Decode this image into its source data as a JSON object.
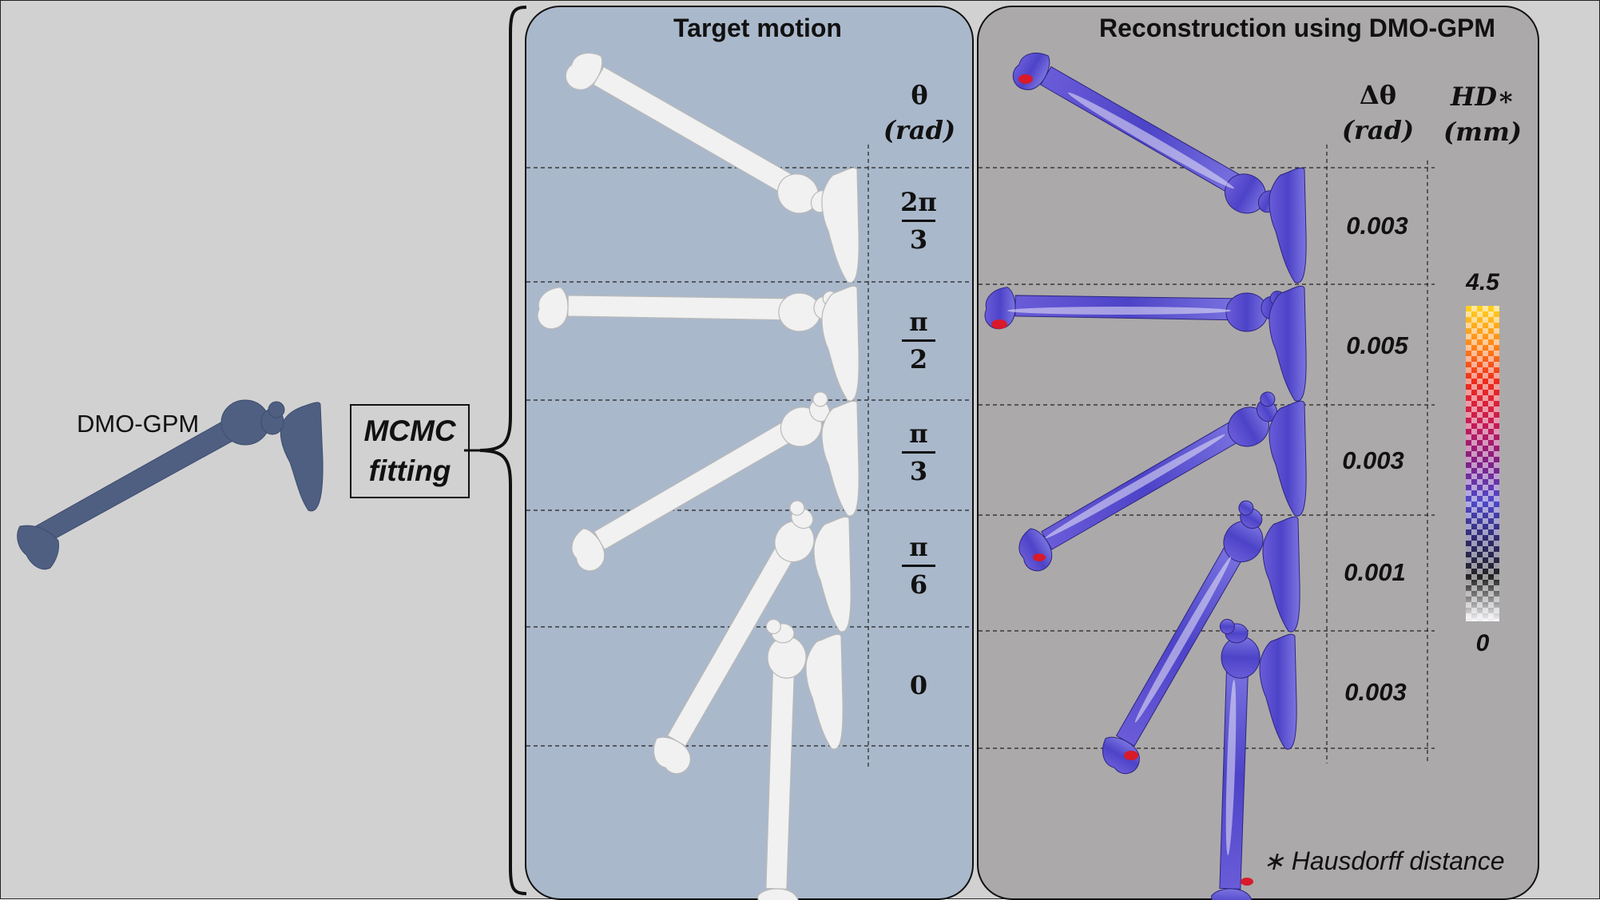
{
  "input": {
    "label": "DMO-GPM",
    "color": "#4e5f82"
  },
  "method": {
    "line1": "MCMC",
    "line2": "fitting"
  },
  "target_panel": {
    "title": "Target motion",
    "header_line1": "θ",
    "header_line2": "(rad)",
    "bone_color": "#f1f1f1",
    "rows": [
      {
        "num": "2π",
        "den": "3"
      },
      {
        "num": "π",
        "den": "2"
      },
      {
        "num": "π",
        "den": "3"
      },
      {
        "num": "π",
        "den": "6"
      },
      {
        "plain": "0"
      }
    ]
  },
  "recon_panel": {
    "title": "Reconstruction using DMO-GPM",
    "header_line1": "Δθ",
    "header_line2": "(rad)",
    "hd_line1": "HD∗",
    "hd_line2": "(mm)",
    "errors": [
      "0.003",
      "0.005",
      "0.003",
      "0.001",
      "0.003"
    ],
    "colorbar": {
      "max": "4.5",
      "min": "0",
      "colors": [
        "#ffd21f",
        "#ee2a1a",
        "#7f1f86",
        "#5048c8",
        "#222222",
        "#f4f4f8"
      ]
    },
    "footnote": "∗ Hausdorff distance"
  }
}
